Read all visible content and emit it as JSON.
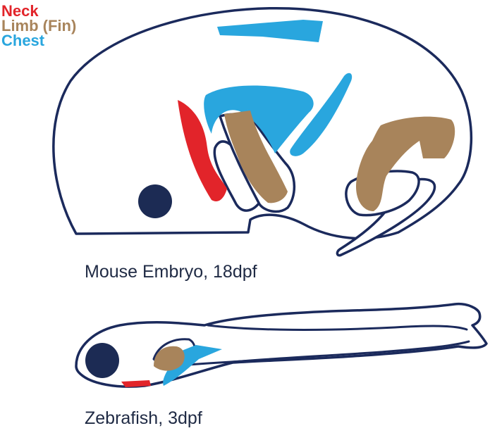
{
  "legend": {
    "items": [
      {
        "label": "Neck",
        "color": "#e2242a"
      },
      {
        "label": "Limb (Fin)",
        "color": "#a8845b"
      },
      {
        "label": "Chest",
        "color": "#29a6de"
      }
    ]
  },
  "figures": {
    "mouse_caption": "Mouse Embryo, 18dpf",
    "zebrafish_caption": "Zebrafish, 3dpf"
  },
  "colors": {
    "neck": "#e2242a",
    "limb": "#a8845b",
    "chest": "#29a6de",
    "outline": "#1b2a5c",
    "eye": "#1c2b54"
  }
}
